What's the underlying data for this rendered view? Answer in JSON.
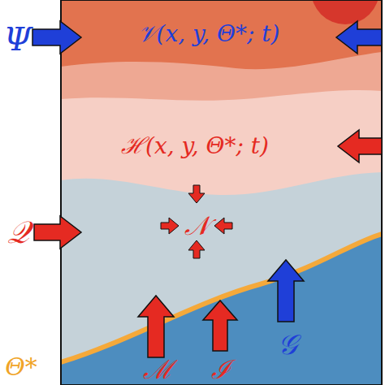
{
  "diagram": {
    "labels": [
      "Ψ",
      "𝒱(x, y, Θ*; t)",
      "ℋ(x, y, Θ*; t)",
      "𝒩",
      "𝒬",
      "ℳ",
      "ℐ",
      "𝒢",
      "Θ*"
    ]
  }
}
